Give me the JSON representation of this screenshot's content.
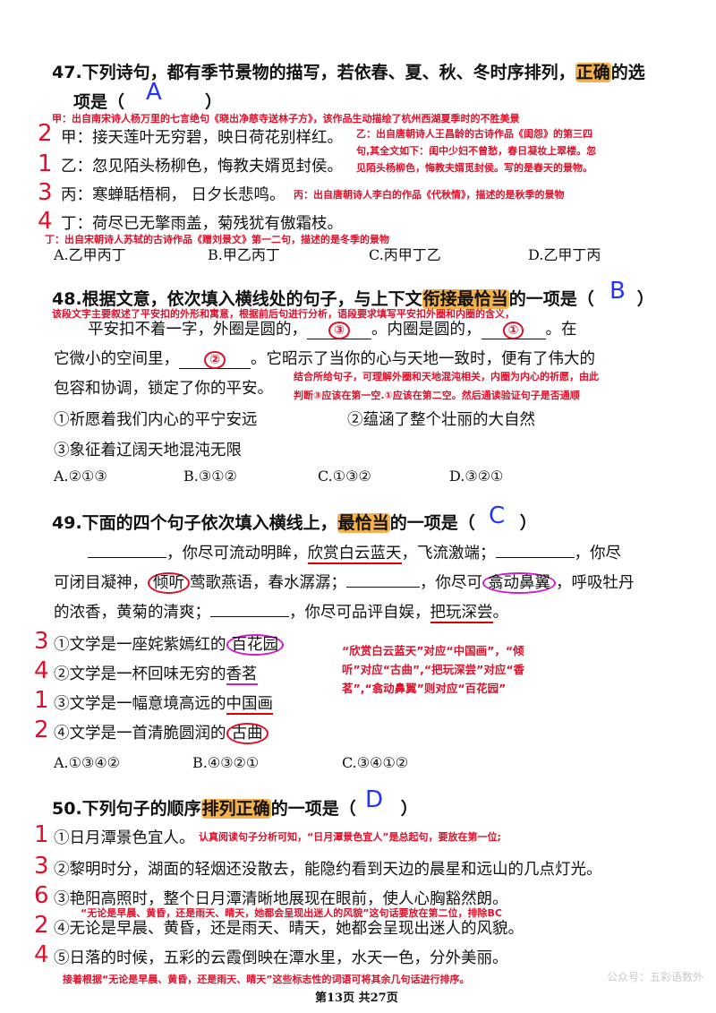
{
  "q47": {
    "title_pre": "47.下列诗句，都有季节景物的描写，若依春、夏、秋、冬时序排列，",
    "title_hl": "正确",
    "title_post": "的选",
    "title_line2": "项是（",
    "title_end": "）",
    "answer": "A",
    "lines": [
      {
        "num": "2",
        "text": "甲：接天莲叶无穷碧，映日荷花别样红。"
      },
      {
        "num": "1",
        "text": "乙：忽见陌头杨柳色，悔教夫婿觅封侯。"
      },
      {
        "num": "3",
        "text": "丙：寒蝉聒梧桐，  日夕长悲鸣。"
      },
      {
        "num": "4",
        "text": "丁：荷尽已无擎雨盖，菊残犹有傲霜枝。"
      }
    ],
    "note_jia": "甲：出自南宋诗人杨万里的七言绝句《晓出净慈寺送林子方》，该作品生动描绘了杭州西湖夏季时的不胜美景",
    "note_yi": [
      "乙：出自唐朝诗人王昌龄的古诗作品《闺怨》的第三四",
      "句,其全文如下：闺中少妇不曾愁，春日凝妆上翠楼。忽",
      "见陌头杨柳色，悔教夫婿觅封侯。写的是春天的景物。"
    ],
    "note_bing": "丙：出自唐朝诗人李白的作品《代秋情》，描述的是秋季的景物",
    "note_ding": "丁：出自宋朝诗人苏轼的古诗作品《赠刘景文》第一二句，描述的是冬季的景物",
    "options": [
      "A.乙甲丙丁",
      "B.甲乙丙丁",
      "C.丙甲丁乙",
      "D.乙甲丁丙"
    ]
  },
  "q48": {
    "title_pre": "48.根据文意，依次填入横线处的句子，与上下文",
    "title_hl": "衔接最恰当",
    "title_post": "的一项是（",
    "title_end": "）",
    "answer": "B",
    "note1": "该段文字主要叙述了平安扣的外形和寓意，根据前后句进行分析，语段要求填写平安扣外圈和内圈的含义，",
    "p1a": "平安扣不着一字，外圈是圆的，",
    "mark1": "③",
    "p1b": "。内圈是圆的，",
    "mark2": "①",
    "p1c": "。在",
    "p2a": "它微小的空间里，",
    "mark3": "②",
    "p2b": "。它昭示了当你的心与天地一致时，便有了伟大的",
    "p3": "包容和协调，锁定了你的平安。",
    "note2": [
      "结合所给句子，可理解外圈和天地混沌相关，内圈为内心的祈愿，由此",
      "判断③应该在第一空.①应该在第二空。然后通读验证句子是否通顺"
    ],
    "items": [
      "①祈愿着我们内心的平宁安远",
      "②蕴涵了整个壮丽的大自然",
      "③象征着辽阔天地混沌无限"
    ],
    "options": [
      "A.②①③",
      "B.③①②",
      "C.①③②",
      "D.③②①"
    ]
  },
  "q49": {
    "title_pre": "49.下面的四个句子依次填入横线上，",
    "title_hl": "最恰当",
    "title_post": "的一项是（",
    "title_end": "）",
    "answer": "C",
    "l1a": "，你尽可流动明眸，",
    "l1b": "欣赏白云蓝天",
    "l1c": "，飞流激端；",
    "l1d": "，你尽",
    "l2a": "可闭目凝神，",
    "l2b": "倾听",
    "l2c": "莺歌燕语，春水潺潺；",
    "l2d": "，你尽可",
    "l2e": "翕动鼻翼",
    "l2f": "，呼吸牡丹",
    "l3a": "的浓香，黄菊的清爽；",
    "l3b": "，你尽可品评自娱，",
    "l3c": "把玩深尝",
    "l3d": "。",
    "items": [
      {
        "num": "3",
        "pre": "①文学是一座姹紫嫣红的",
        "key": "百花园"
      },
      {
        "num": "4",
        "pre": "②文学是一杯回味无穷的",
        "key": "香茗"
      },
      {
        "num": "1",
        "pre": "③文学是一幅意境高远的",
        "key": "中国画"
      },
      {
        "num": "2",
        "pre": "④文学是一首清脆圆润的",
        "key": "古曲"
      }
    ],
    "note": [
      "“欣赏白云蓝天”对应“中国画”，“倾",
      "听”对应“古曲”,“把玩深尝”对应“香",
      "茗”,“翕动鼻翼”则对应“百花园”"
    ],
    "options": [
      "A.①③④②",
      "B.④③②①",
      "C.③④①②"
    ]
  },
  "q50": {
    "title_pre": "50.下列句子的顺序",
    "title_hl": "排列正确",
    "title_post": "的一项是（",
    "title_end": "）",
    "answer": "D",
    "items": [
      {
        "num": "1",
        "text": "①日月潭景色宜人。"
      },
      {
        "num": "3",
        "text": "②黎明时分，湖面的轻烟还没散去，能隐约看到天边的晨星和远山的几点灯光。"
      },
      {
        "num": "6",
        "text": "③艳阳高照时，整个日月潭清晰地展现在眼前，使人心胸豁然朗。"
      },
      {
        "num": "2",
        "text": "④无论是早晨、黄昏，还是雨天、晴天，她都会呈现出迷人的风貌。"
      },
      {
        "num": "4",
        "text": "⑤日落的时候，五彩的云霞倒映在潭水里，水天一色，分外美丽。"
      }
    ],
    "note1": "认真阅读句子分析可知，“日月潭景色宜人”是总起句，要放在第一位;",
    "note2": "“无论是早晨、黄昏，还是雨天、晴天，她都会呈现出迷人的风貌”这句话要放在第二位，排除BC",
    "note3": "接着根据“无论是早晨、黄昏，还是雨天、晴天”这些标志性的词语可将其余几句话进行排序。"
  },
  "footer": "第13页 共27页",
  "watermark": "公众号：五彩语数外"
}
